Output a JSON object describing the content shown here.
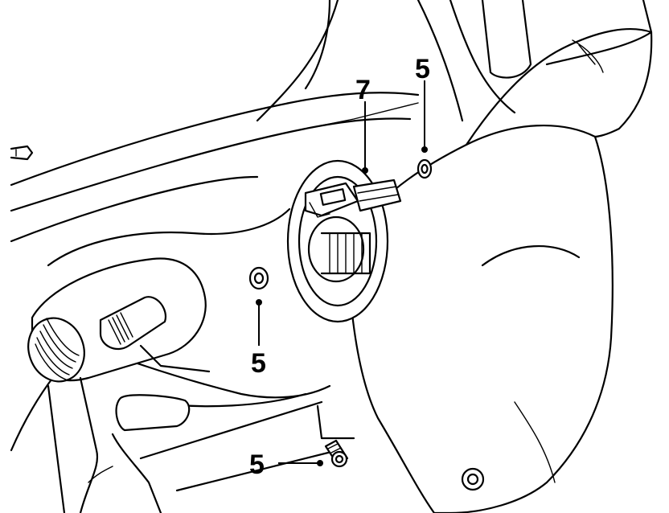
{
  "diagram": {
    "callouts": [
      {
        "id": "top-right",
        "label": "5"
      },
      {
        "id": "connector",
        "label": "7"
      },
      {
        "id": "middle-left",
        "label": "5"
      },
      {
        "id": "bottom",
        "label": "5"
      }
    ]
  }
}
